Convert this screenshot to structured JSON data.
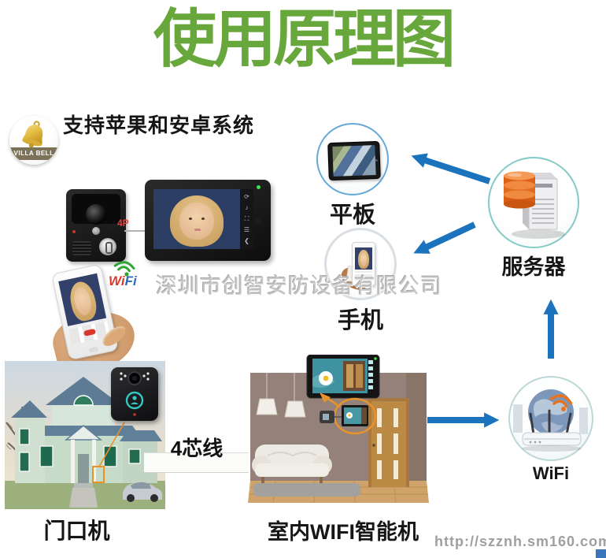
{
  "title": "使用原理图",
  "header": {
    "badge_text": "VILLA BELL",
    "support_text": "支持苹果和安卓系统"
  },
  "top_devices": {
    "wire_label": "4P",
    "wifi_wi": "Wi",
    "wifi_fi": "Fi"
  },
  "nodes": {
    "tablet_label": "平板",
    "phone_label": "手机",
    "server_label": "服务器",
    "router_label": "WiFi"
  },
  "bottom": {
    "door_unit_label": "门口机",
    "wire_label": "4芯线",
    "indoor_unit_label": "室内WIFI智能机"
  },
  "watermark": "深圳市创智安防设备有限公司",
  "footer_url": "http://szznh.sm160.com",
  "colors": {
    "title_green": "#67a73b",
    "arrow_blue": "#1b72bd",
    "highlight_orange": "#e8922c",
    "wifi_red": "#e03a2e",
    "wifi_blue": "#2d6cb4",
    "wifi_green": "#2ea632",
    "label_red": "#e8413c"
  }
}
